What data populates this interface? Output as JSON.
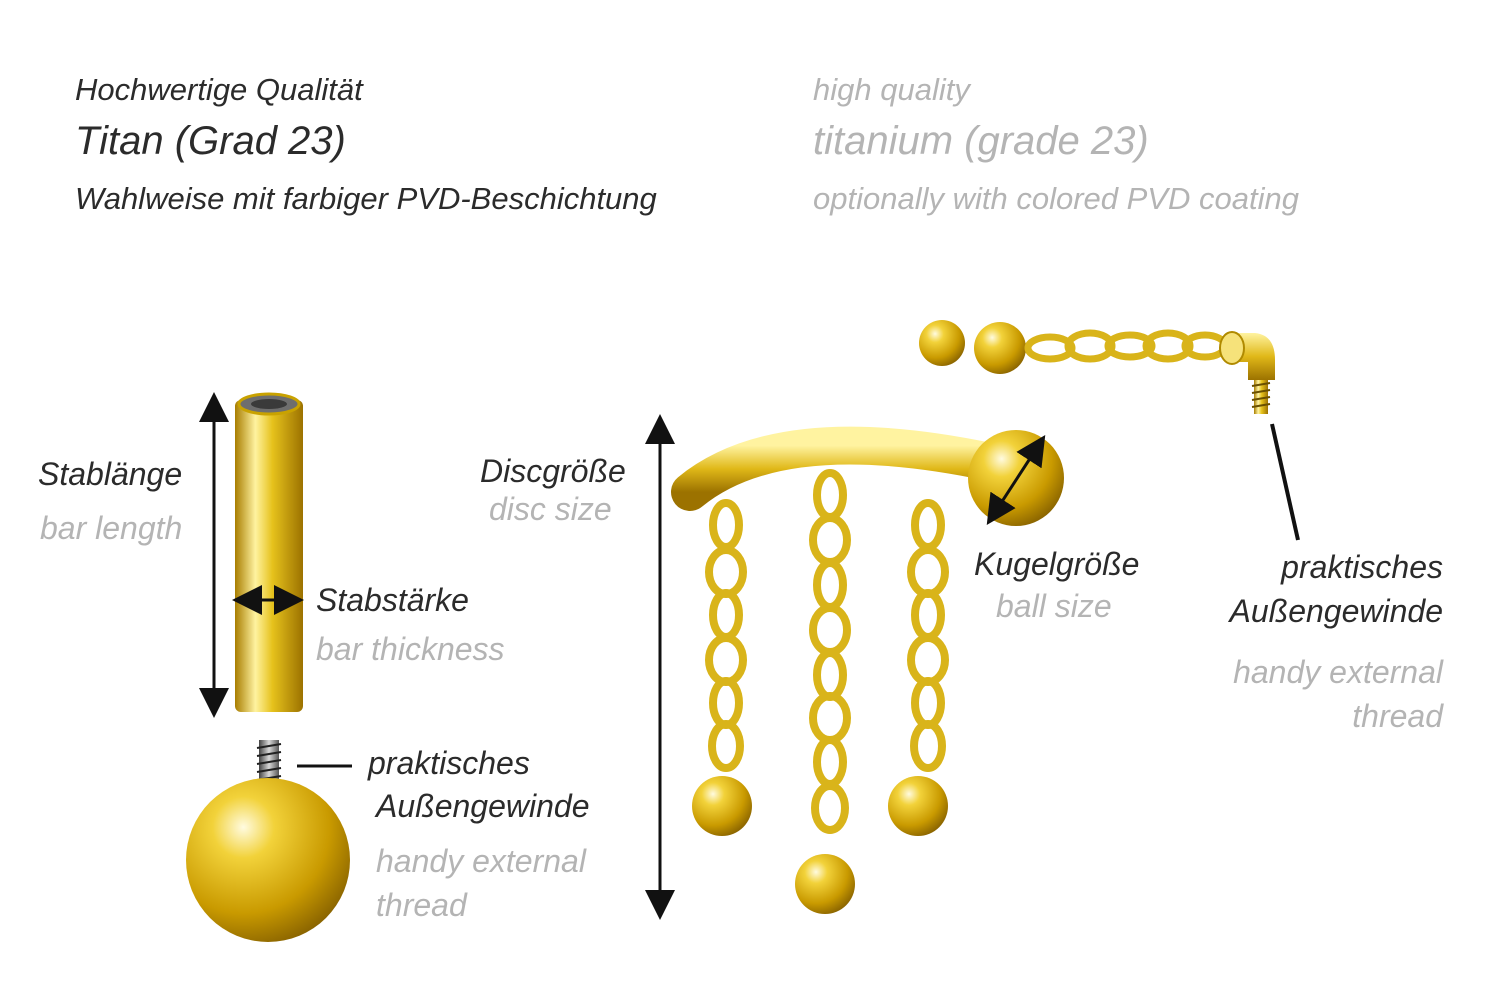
{
  "header": {
    "de": {
      "line1": "Hochwertige Qualität",
      "line2": "Titan (Grad 23)",
      "line3": "Wahlweise mit farbiger PVD-Beschichtung"
    },
    "en": {
      "line1": "high quality",
      "line2": "titanium (grade 23)",
      "line3": "optionally with colored PVD coating"
    }
  },
  "labels": {
    "bar_length": {
      "de": "Stablänge",
      "en": "bar length"
    },
    "bar_thickness": {
      "de": "Stabstärke",
      "en": "bar thickness"
    },
    "thread_left": {
      "de_1": "praktisches",
      "de_2": "Außengewinde",
      "en_1": "handy external",
      "en_2": "thread"
    },
    "disc_size": {
      "de": "Discgröße",
      "en": "disc size"
    },
    "ball_size": {
      "de": "Kugelgröße",
      "en": "ball size"
    },
    "thread_right": {
      "de_1": "praktisches",
      "de_2": "Außengewinde",
      "en_1": "handy external",
      "en_2": "thread"
    }
  },
  "colors": {
    "text_dark": "#2b2b2b",
    "text_grey": "#b4b4b4",
    "gold_light": "#fff3a0",
    "gold_mid": "#e6c21c",
    "gold_dark": "#a87d00",
    "steel": "#7a7a7a"
  }
}
